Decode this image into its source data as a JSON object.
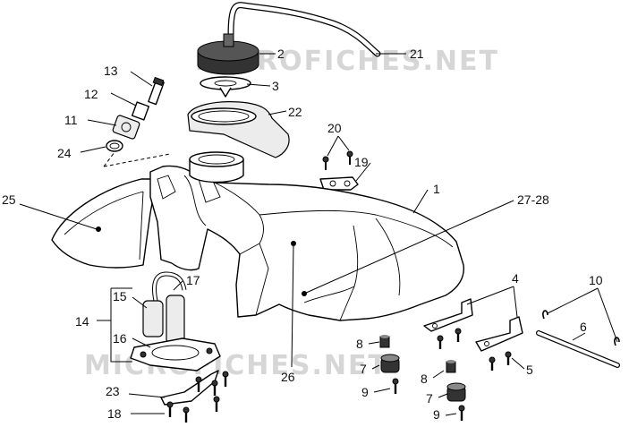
{
  "watermarks": [
    "MICROFICHES.NET",
    "MICROFICHES.NET"
  ],
  "callouts": {
    "c1": "1",
    "c2": "2",
    "c3": "3",
    "c4": "4",
    "c5": "5",
    "c6": "6",
    "c7a": "7",
    "c7b": "7",
    "c8a": "8",
    "c8b": "8",
    "c9a": "9",
    "c9b": "9",
    "c10": "10",
    "c11": "11",
    "c12": "12",
    "c13": "13",
    "c14": "14",
    "c15": "15",
    "c16": "16",
    "c17": "17",
    "c18": "18",
    "c19": "19",
    "c20": "20",
    "c21": "21",
    "c22": "22",
    "c23": "23",
    "c24": "24",
    "c25": "25",
    "c26": "26",
    "c2728": "27-28"
  }
}
